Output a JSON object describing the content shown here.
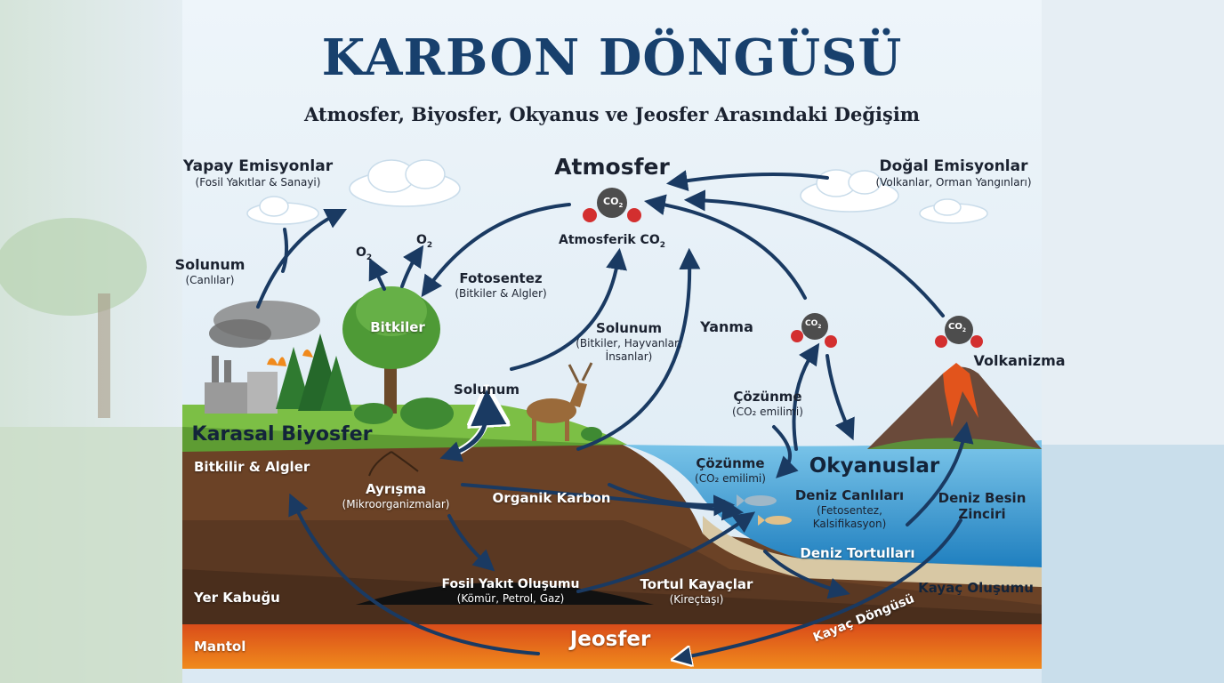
{
  "title": "KARBON DÖNGÜSÜ",
  "subtitle": "Atmosfer, Biyosfer, Okyanus ve Jeosfer Arasındaki Değişim",
  "labels": {
    "atmosfer": "Atmosfer",
    "atmosferik_co2": "Atmosferik CO",
    "co2_sub": "2",
    "co2_icon_text": "CO",
    "yapay_emisyonlar": "Yapay Emisyonlar",
    "yapay_emisyonlar_sub": "(Fosil Yakıtlar & Sanayi)",
    "dogal_emisyonlar": "Doğal Emisyonlar",
    "dogal_emisyonlar_sub": "(Volkanlar, Orman Yangınları)",
    "solunum_left": "Solunum",
    "solunum_left_sub": "(Canlılar)",
    "o2_a": "O",
    "o2_b": "O",
    "fotosentez": "Fotosentez",
    "fotosentez_sub": "(Bitkiler & Algler)",
    "bitkiler": "Bitkiler",
    "solunum_mid": "Solunum",
    "solunum_mid_sub1": "(Bitkiler, Hayvanlar,",
    "solunum_mid_sub2": "İnsanlar)",
    "yanma": "Yanma",
    "solunum_ground": "Solunum",
    "karasal_biyosfer": "Karasal Biyosfer",
    "bitkilir_algler": "Bitkilir & Algler",
    "ayrisma": "Ayrışma",
    "ayrisma_sub": "(Mikroorganizmalar)",
    "organik_karbon": "Organik Karbon",
    "yer_kabugu": "Yer Kabuğu",
    "fosil_yakit": "Fosil Yakıt Oluşumu",
    "fosil_yakit_sub": "(Kömür, Petrol, Gaz)",
    "tortul_kayaclar": "Tortul Kayaçlar",
    "tortul_kayaclar_sub": "(Kireçtaşı)",
    "mantol": "Mantol",
    "jeosfer": "Jeosfer",
    "cozunme_top": "Çözünme",
    "cozunme_top_sub": "(CO₂ emilimi)",
    "cozunme_ocean": "Çözünme",
    "cozunme_ocean_sub": "(CO₂ emilimi)",
    "okyanuslar": "Okyanuslar",
    "deniz_canlilari": "Deniz Canlıları",
    "deniz_canlilari_sub1": "(Fetosentez,",
    "deniz_canlilari_sub2": "Kalsifikasyon)",
    "deniz_besin": "Deniz Besin",
    "deniz_besin2": "Zinciri",
    "deniz_tortullari": "Deniz Tortulları",
    "kayac_olusumu": "Kayaç Oluşumu",
    "kayac_dongusu": "Kayaç Döngüsü",
    "volkanizma": "Volkanizma"
  },
  "colors": {
    "title": "#18406d",
    "arrow": "#1a3a62",
    "sky": "#eaf3f9",
    "ocean": "#3f9fd0",
    "grass": "#7cbf45",
    "soil": "#6b4226",
    "magma": "#e0541c"
  },
  "icons": [
    "cloud-icon",
    "co2-molecule-icon",
    "tree-icon",
    "deer-icon",
    "factory-icon",
    "volcano-icon",
    "fish-icon",
    "forest-fire-icon"
  ]
}
